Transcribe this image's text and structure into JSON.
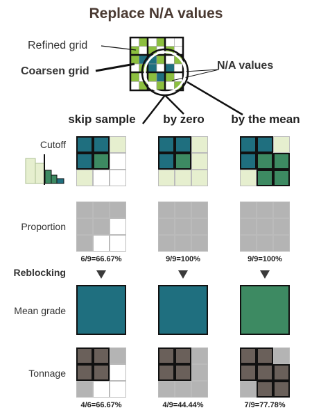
{
  "title": "Replace N/A values",
  "labels": {
    "refined_grid": "Refined grid",
    "coarsen_grid": "Coarsen grid",
    "na_values": "N/A values"
  },
  "methods": [
    "skip sample",
    "by zero",
    "by the mean"
  ],
  "rows": {
    "cutoff": "Cutoff",
    "proportion": "Proportion",
    "reblocking": "Reblocking",
    "mean_grade": "Mean grade",
    "tonnage": "Tonnage"
  },
  "proportion_values": [
    "6/9=66.67%",
    "9/9=100%",
    "9/9=100%"
  ],
  "tonnage_values": [
    "4/6=66.67%",
    "4/9=44.44%",
    "7/9=77.78%"
  ],
  "colors": {
    "teal": "#1f6f7f",
    "green": "#3d8a62",
    "light_green": "#e6efcf",
    "lime": "#8cbf3f",
    "gray": "#b4b4b4",
    "dark_gray": "#6a605a",
    "orange": "#e06a2a"
  }
}
